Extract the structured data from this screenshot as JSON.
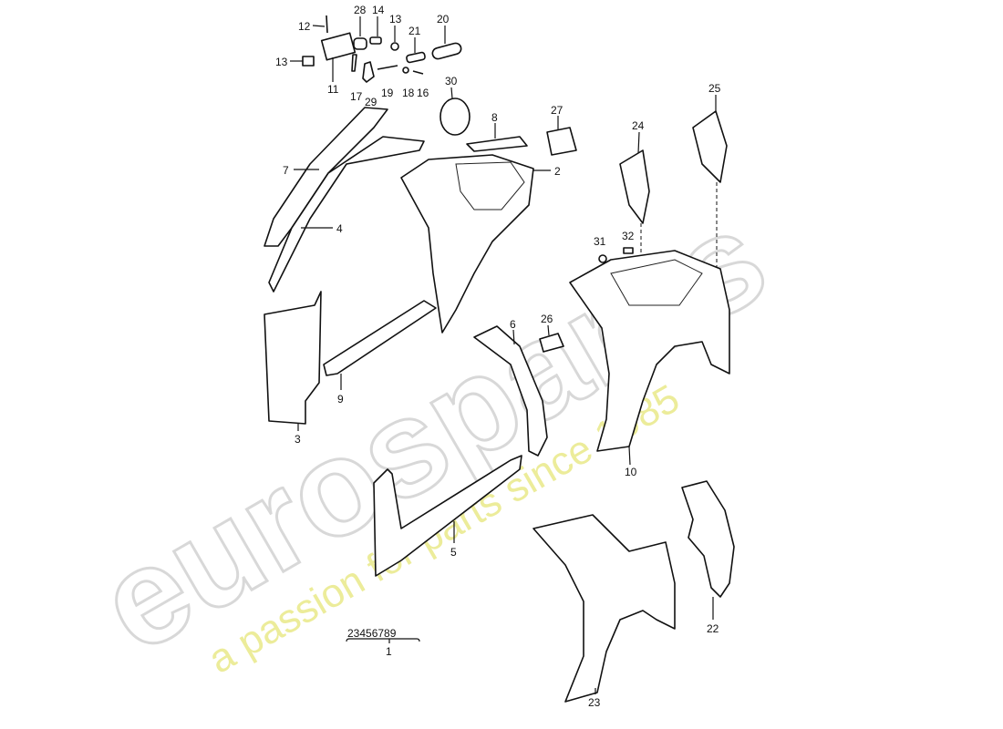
{
  "watermark": {
    "brand": "eurospares",
    "tagline": "a passion for parts since 1985",
    "tagline_color": "#ecec9a"
  },
  "group_label": {
    "items": "23456789",
    "parent": "1"
  },
  "callouts": [
    "12",
    "28",
    "14",
    "13",
    "21",
    "20",
    "13",
    "11",
    "17",
    "29",
    "19",
    "18",
    "16",
    "30",
    "8",
    "27",
    "7",
    "4",
    "2",
    "24",
    "25",
    "31",
    "32",
    "26",
    "6",
    "3",
    "9",
    "10",
    "5",
    "22",
    "23"
  ]
}
